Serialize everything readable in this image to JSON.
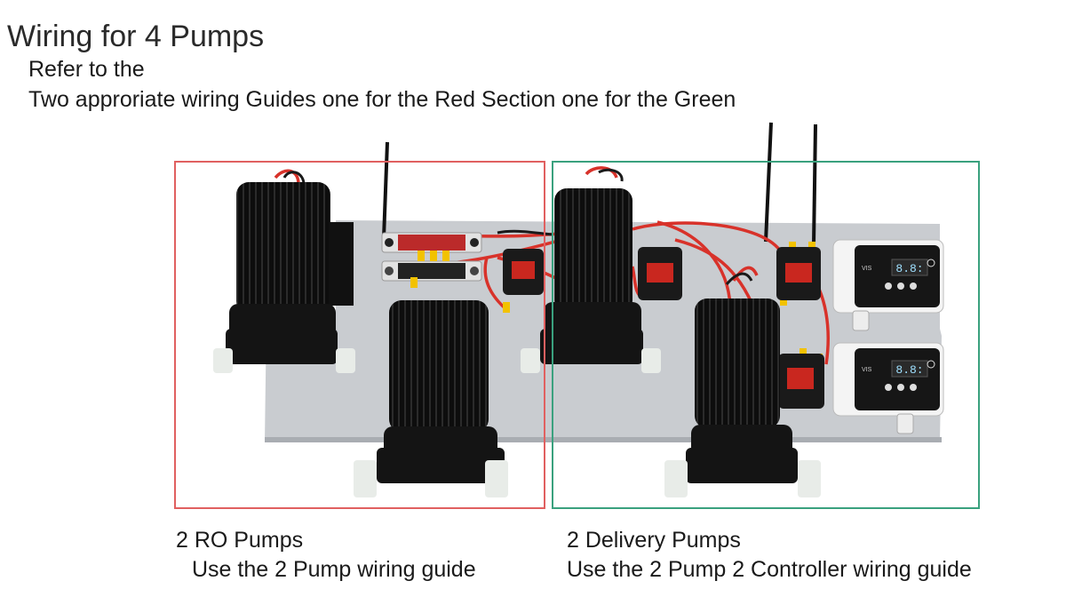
{
  "title": "Wiring for 4 Pumps",
  "intro": {
    "line1": "Refer to the",
    "line2": "Two approriate wiring Guides one for the Red Section one for the Green"
  },
  "sections": {
    "red": {
      "title": "2 RO Pumps",
      "guide": "Use the 2 Pump wiring guide",
      "color": "#e06060"
    },
    "green": {
      "title": "2 Delivery Pumps",
      "guide": "Use the 2 Pump 2 Controller wiring guide",
      "color": "#3aa17e"
    }
  },
  "colors": {
    "plate": "#c9ccd0",
    "pump": "#141414",
    "wire_red": "#d8322a",
    "wire_black": "#1a1a1a",
    "terminal_yellow": "#f2c200",
    "controller_body": "#f4f4f4",
    "controller_face": "#161616",
    "fitting": "#e8ece8"
  },
  "controllers": [
    {
      "display": "8.8:",
      "brand": "VIS"
    },
    {
      "display": "8.8:",
      "brand": "VIS"
    }
  ]
}
